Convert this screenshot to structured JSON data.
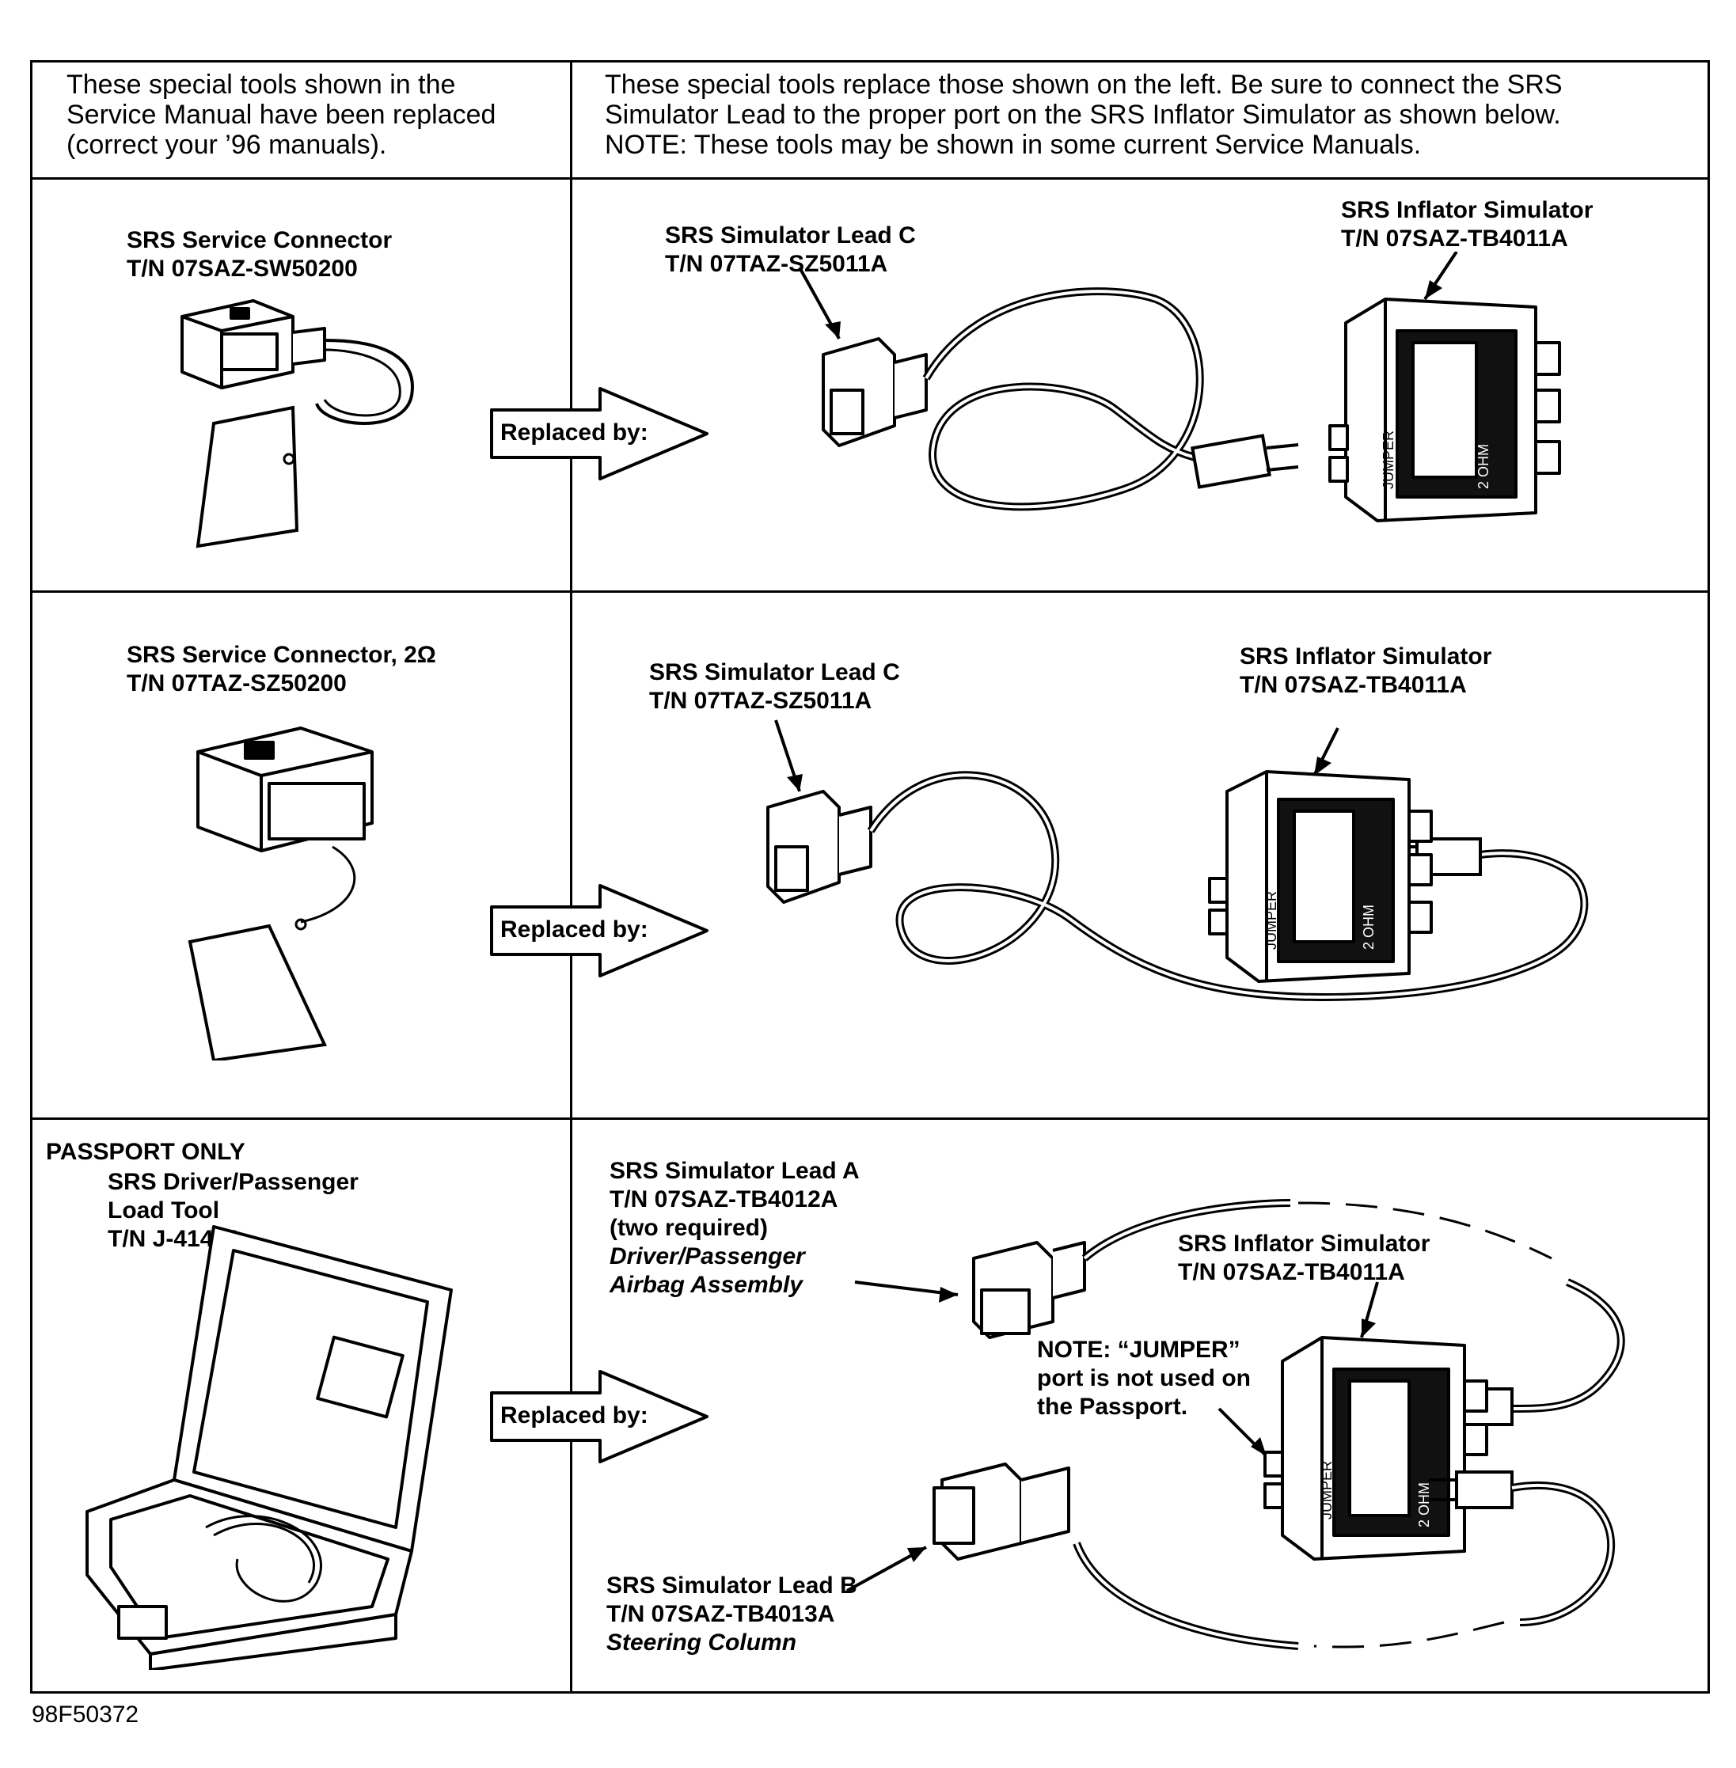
{
  "header": {
    "left": "These special tools shown in the\nService Manual have been replaced\n(correct your ’96 manuals).",
    "right": "These special tools replace those shown on the left. Be sure to connect the SRS\nSimulator Lead to the proper port on the SRS Inflator Simulator as shown below.\nNOTE: These tools may be shown in some current Service Manuals."
  },
  "rows": [
    {
      "old_tool": "SRS Service Connector\nT/N  07SAZ-SW50200",
      "replaced_by": "Replaced by:",
      "lead": "SRS Simulator Lead C\nT/N  07TAZ-SZ5011A",
      "simulator": "SRS Inflator Simulator\nT/N 07SAZ-TB4011A"
    },
    {
      "old_tool": "SRS Service Connector, 2Ω\nT/N 07TAZ-SZ50200",
      "replaced_by": "Replaced by:",
      "lead": "SRS Simulator Lead C\nT/N  07TAZ-SZ5011A",
      "simulator": "SRS Inflator Simulator\nT/N 07SAZ-TB4011A"
    },
    {
      "passport_only": "PASSPORT ONLY",
      "old_tool": "SRS Driver/Passenger\n Load Tool\n T/N J-41433",
      "replaced_by": "Replaced by:",
      "lead_a": "SRS Simulator Lead A\nT/N  07SAZ-TB4012A\n(two required)",
      "lead_a_use": "Driver/Passenger\nAirbag Assembly",
      "simulator": "SRS Inflator Simulator\nT/N 07SAZ-TB4011A",
      "note": "NOTE:  “JUMPER”\nport is not used on\nthe Passport.",
      "lead_b": "SRS Simulator Lead B\nT/N  07SAZ-TB4013A",
      "lead_b_use": "Steering Column"
    }
  ],
  "simulator_labels": {
    "jumper": "JUMPER",
    "ohm": "2 OHM"
  },
  "figure_id": "98F50372"
}
